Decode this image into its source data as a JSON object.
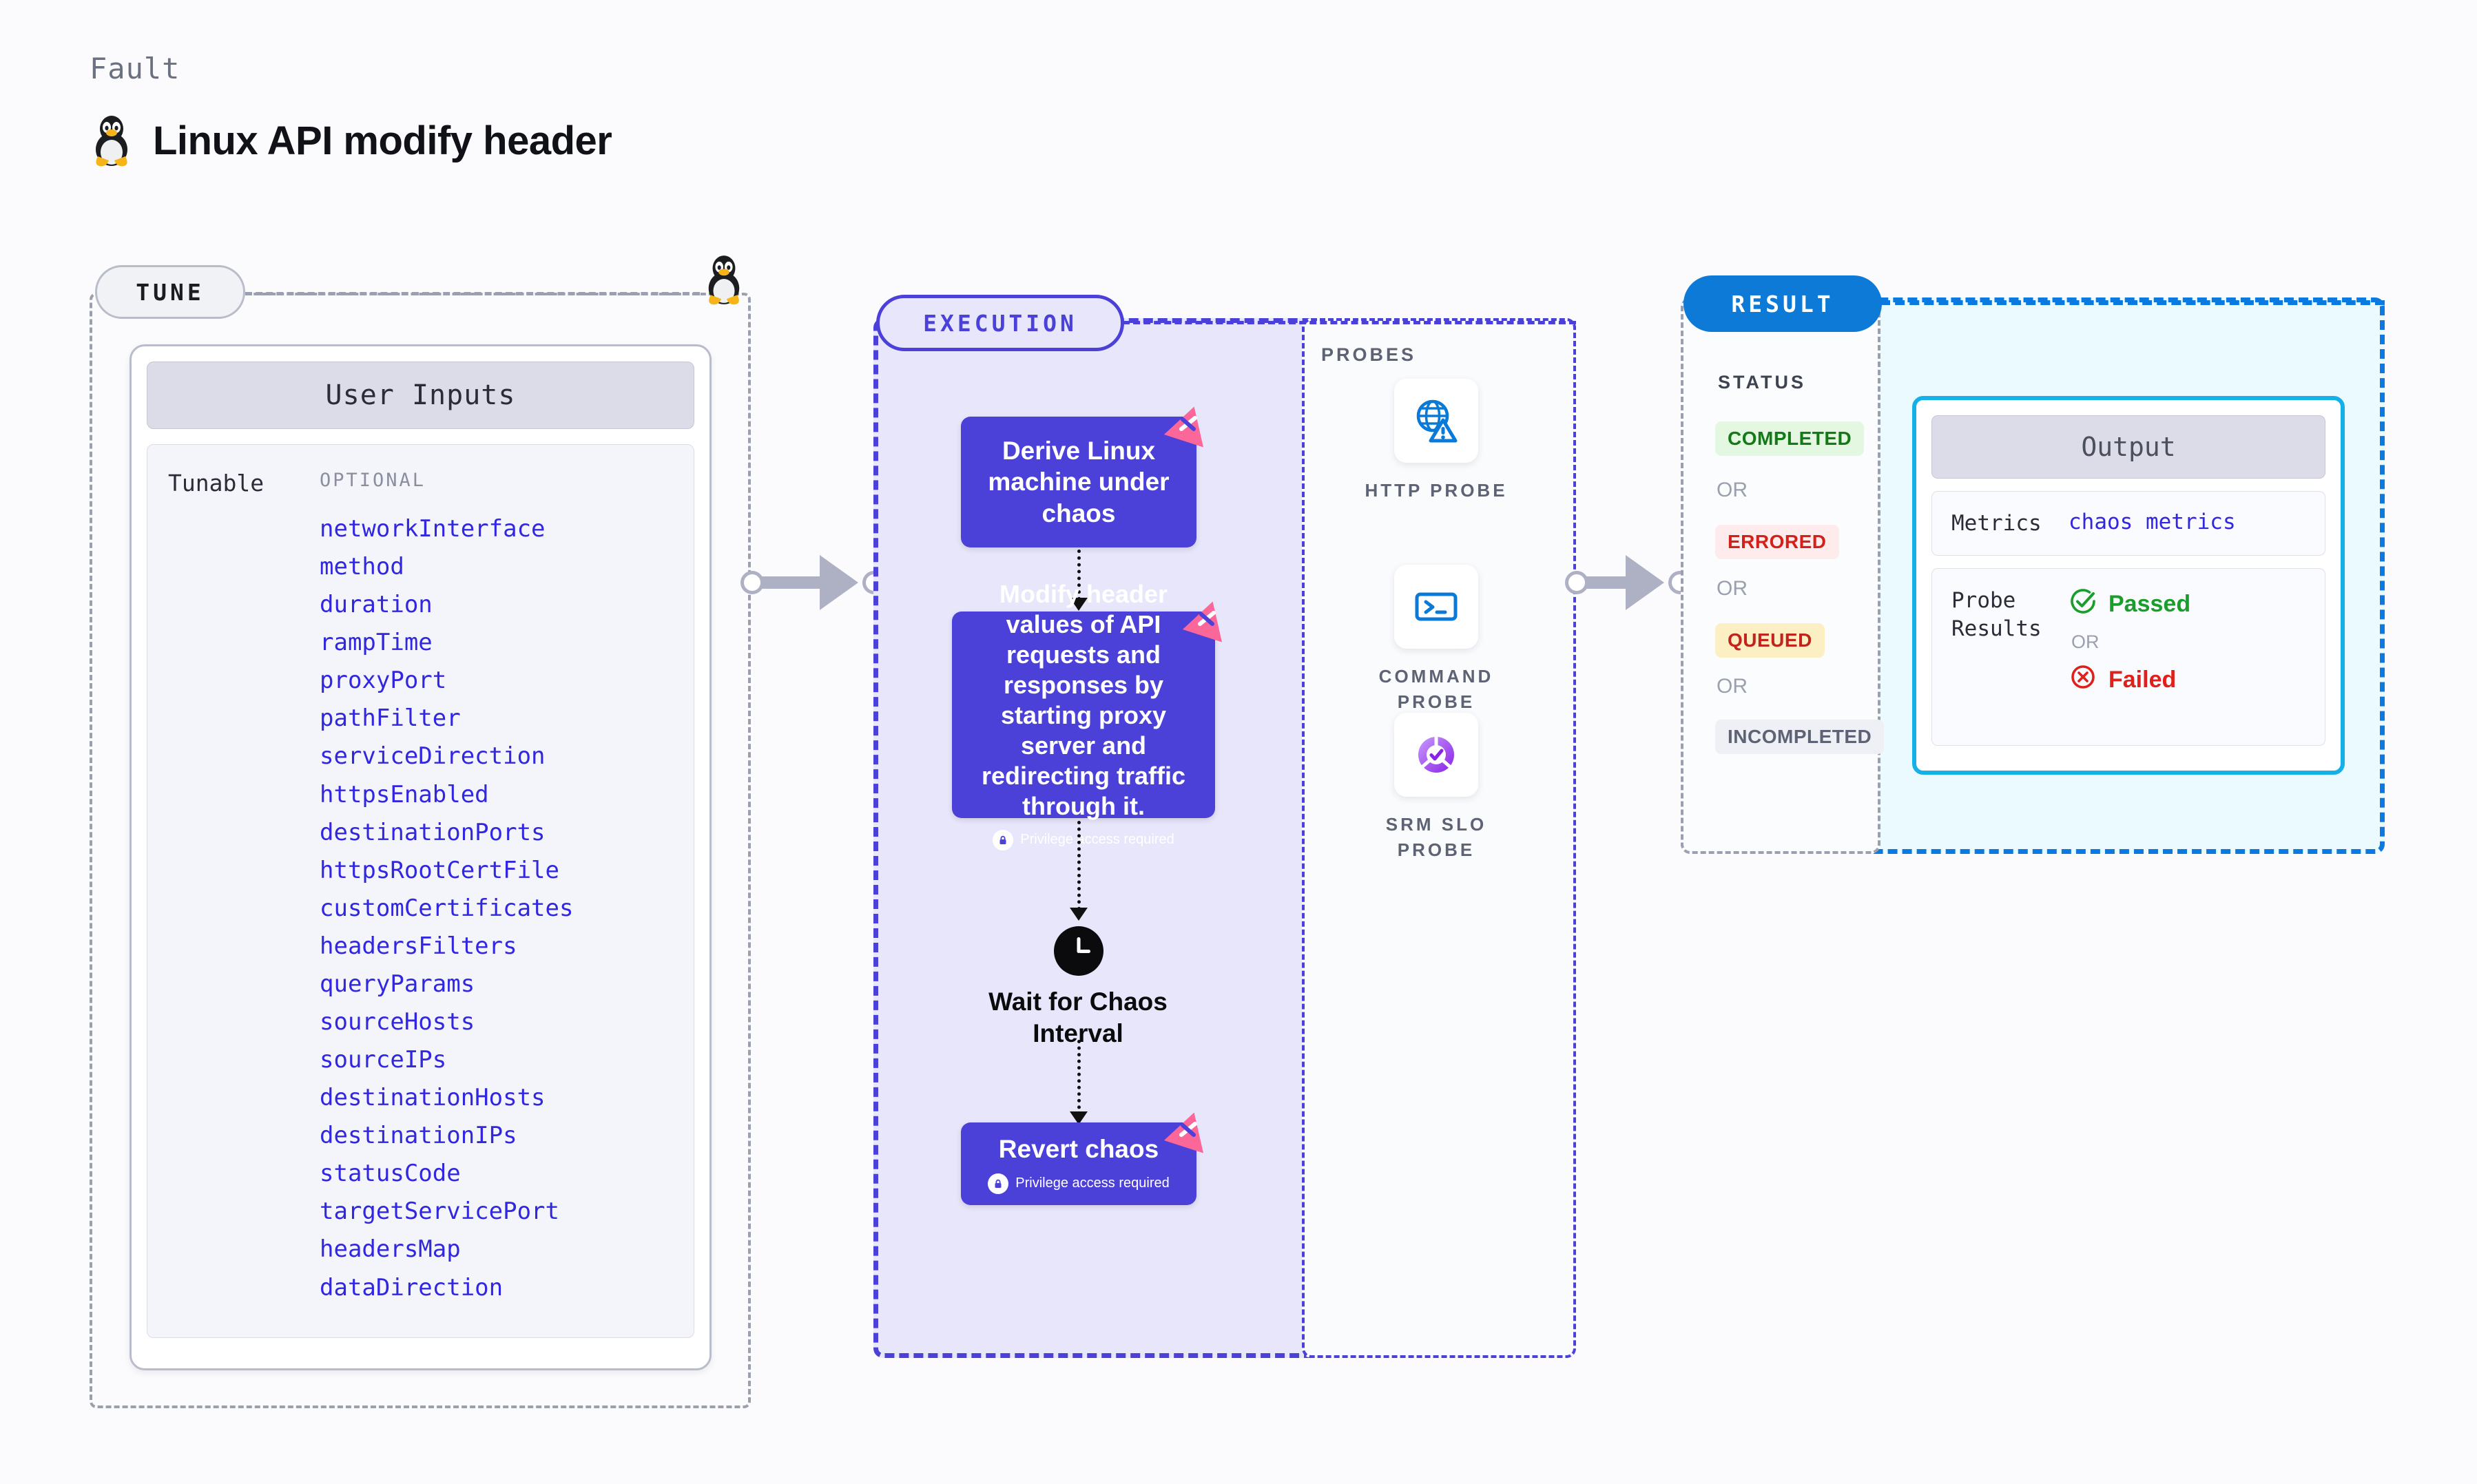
{
  "header": {
    "kicker": "Fault",
    "title": "Linux API modify header",
    "icon": "tux-penguin-icon"
  },
  "tune": {
    "pill_label": "TUNE",
    "card_header": "User Inputs",
    "group_label": "Tunable",
    "optional_label": "OPTIONAL",
    "params": [
      "networkInterface",
      "method",
      "duration",
      "rampTime",
      "proxyPort",
      "pathFilter",
      "serviceDirection",
      "httpsEnabled",
      "destinationPorts",
      "httpsRootCertFile",
      "customCertificates",
      "headersFilters",
      "queryParams",
      "sourceHosts",
      "sourceIPs",
      "destinationHosts",
      "destinationIPs",
      "statusCode",
      "targetServicePort",
      "headersMap",
      "dataDirection"
    ]
  },
  "execution": {
    "pill_label": "EXECUTION",
    "nodes": [
      {
        "label": "Derive Linux machine under chaos",
        "privilege": null
      },
      {
        "label": "Modify header values of API requests and responses by starting proxy server and redirecting traffic through it.",
        "privilege": "Privilege access required"
      },
      {
        "label": "Wait for Chaos Interval",
        "privilege": null
      },
      {
        "label": "Revert chaos",
        "privilege": "Privilege access required"
      }
    ]
  },
  "probes": {
    "title": "PROBES",
    "items": [
      {
        "label": "HTTP PROBE",
        "icon": "globe-warning-icon"
      },
      {
        "label": "COMMAND PROBE",
        "icon": "terminal-icon"
      },
      {
        "label": "SRM SLO PROBE",
        "icon": "slo-donut-check-icon"
      }
    ]
  },
  "result": {
    "pill_label": "RESULT",
    "status_title": "STATUS",
    "or_label": "OR",
    "statuses": [
      {
        "label": "COMPLETED",
        "bg": "#e3f7e1",
        "fg": "#137a17"
      },
      {
        "label": "ERRORED",
        "bg": "#fdeceb",
        "fg": "#d3201a"
      },
      {
        "label": "QUEUED",
        "bg": "#fcefc3",
        "fg": "#c0241c"
      },
      {
        "label": "INCOMPLETED",
        "bg": "#eef0f5",
        "fg": "#5d6374"
      }
    ],
    "output": {
      "header": "Output",
      "metrics_key": "Metrics",
      "metrics_value": "chaos metrics",
      "probe_key": "Probe Results",
      "passed_label": "Passed",
      "failed_label": "Failed",
      "or_label": "OR"
    }
  },
  "colors": {
    "accent_purple": "#4b40d8",
    "accent_blue": "#0c7ad6",
    "accent_cyan": "#15b0e8",
    "ribbon_pink": "#fb6799",
    "param_blue": "#3227e0"
  }
}
